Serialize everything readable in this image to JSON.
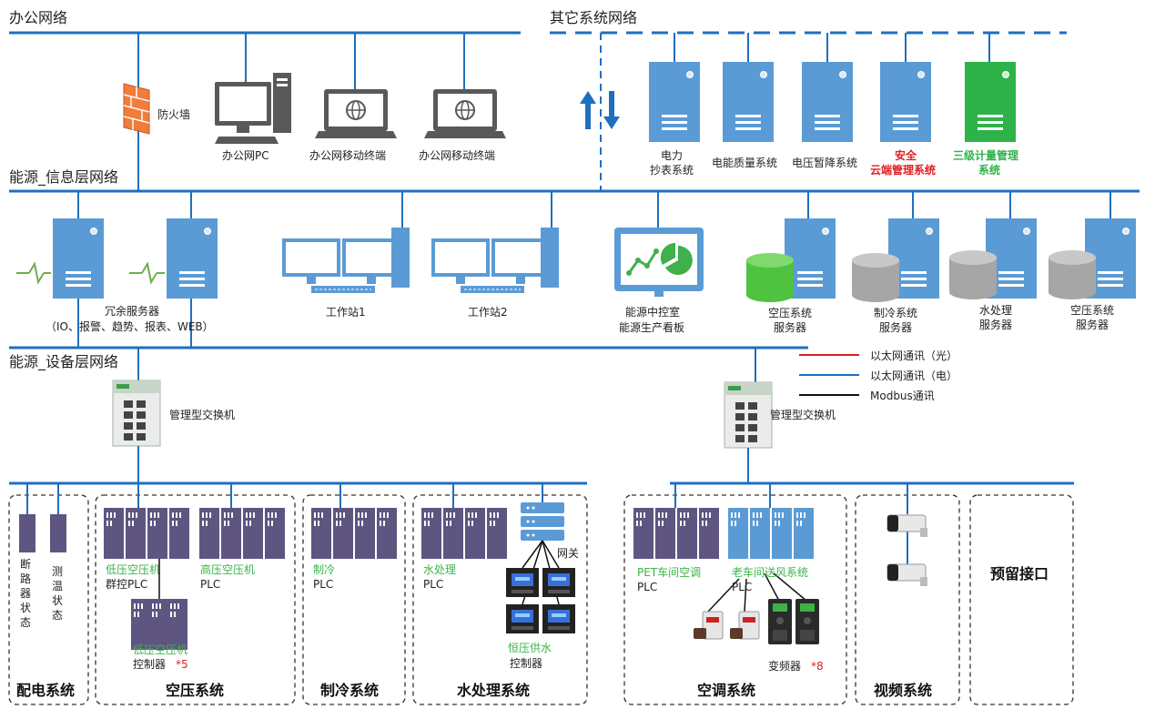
{
  "networks": {
    "office": "办公网络",
    "other": "其它系统网络",
    "info": "能源_信息层网络",
    "device": "能源_设备层网络"
  },
  "office": {
    "firewall": "防火墙",
    "pc": "办公网PC",
    "mobile1": "办公网移动终端",
    "mobile2": "办公网移动终端"
  },
  "other_systems": [
    {
      "line1": "电力",
      "line2": "抄表系统",
      "style": "normal"
    },
    {
      "line1": "电能质量系统",
      "line2": "",
      "style": "normal"
    },
    {
      "line1": "电压暂降系统",
      "line2": "",
      "style": "normal"
    },
    {
      "line1": "安全",
      "line2": "云端管理系统",
      "style": "red"
    },
    {
      "line1": "三级计量管理",
      "line2": "系统",
      "style": "green"
    }
  ],
  "info_layer": {
    "redundant_line1": "冗余服务器",
    "redundant_line2": "（IO、报警、趋势、报表、WEB）",
    "ws1": "工作站1",
    "ws2": "工作站2",
    "control_line1": "能源中控室",
    "control_line2": "能源生产看板",
    "servers": [
      {
        "line1": "空压系统",
        "line2": "服务器"
      },
      {
        "line1": "制冷系统",
        "line2": "服务器"
      },
      {
        "line1": "水处理",
        "line2": "服务器"
      },
      {
        "line1": "空压系统",
        "line2": "服务器"
      }
    ]
  },
  "legend": [
    {
      "label": "以太网通讯（光）",
      "color": "#e02020"
    },
    {
      "label": "以太网通讯（电）",
      "color": "#1f6fc0"
    },
    {
      "label": "Modbus通讯",
      "color": "#111111"
    }
  ],
  "switches": {
    "left": "管理型交换机",
    "right": "管理型交换机"
  },
  "systems": {
    "power": {
      "title": "配电系统",
      "items": [
        "断路器状态",
        "测温状态"
      ]
    },
    "air": {
      "title": "空压系统",
      "low_plc_green": "低压空压机",
      "low_plc_black": "群控PLC",
      "high_plc_green": "高压空压机",
      "high_plc_black": "PLC",
      "ctrl_green": "低压空压机",
      "ctrl_black": "控制器",
      "ctrl_star": "*5"
    },
    "cooling": {
      "title": "制冷系统",
      "green": "制冷",
      "black": "PLC"
    },
    "water": {
      "title": "水处理系统",
      "green": "水处理",
      "black": "PLC",
      "gateway": "网关",
      "supply_green": "恒压供水",
      "supply_black": "控制器"
    },
    "hvac": {
      "title": "空调系统",
      "pet_green": "PET车间空调",
      "pet_black": "PLC",
      "old_green": "老车间送风系统",
      "old_black": "PLC",
      "vfd": "变频器",
      "vfd_star": "*8"
    },
    "video": {
      "title": "视频系统"
    },
    "reserved": {
      "title": "预留接口"
    }
  },
  "colors": {
    "blue_line": "#1f6fc0",
    "server_blue": "#5b9bd5",
    "server_green": "#2db34a",
    "plc_purple": "#5e5680",
    "plc_blue": "#5b9bd5"
  }
}
